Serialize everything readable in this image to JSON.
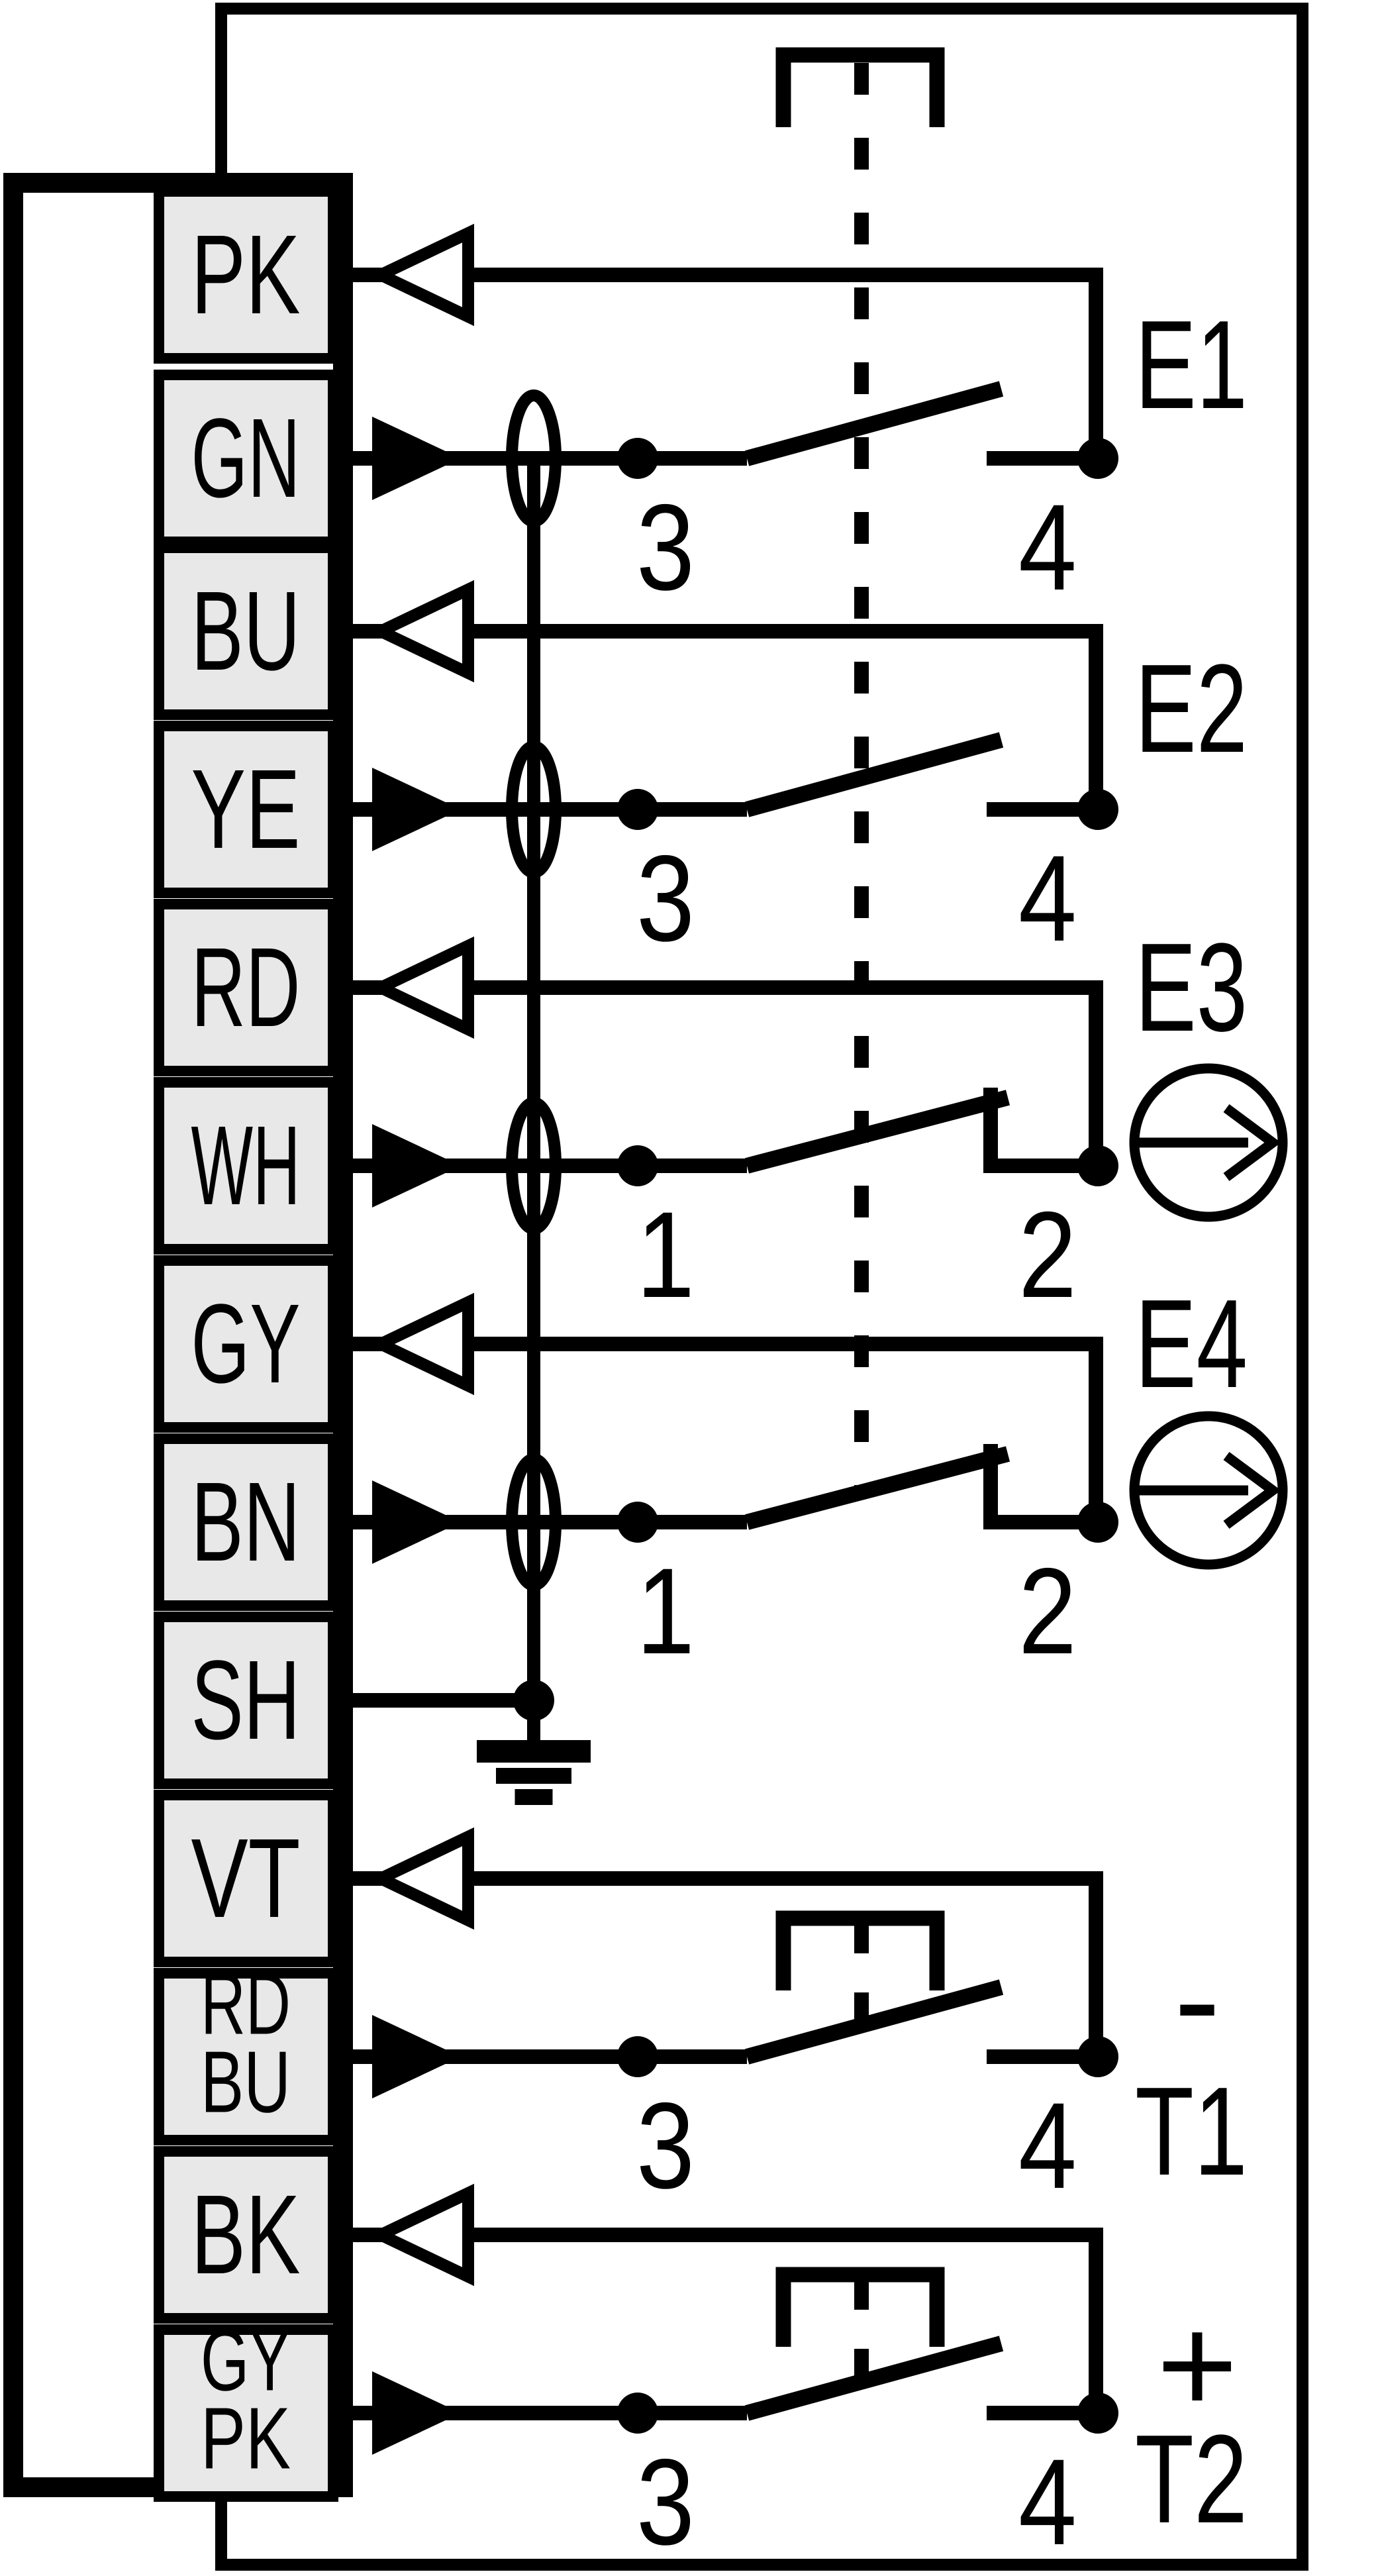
{
  "page": {
    "background": "#ffffff",
    "ink": "#000000",
    "cell_fill": "#e8e8e8"
  },
  "terminal_block": {
    "cells": [
      {
        "id": "PK",
        "lines": [
          "PK"
        ],
        "signal": "output"
      },
      {
        "id": "GN",
        "lines": [
          "GN"
        ],
        "signal": "input"
      },
      {
        "id": "BU",
        "lines": [
          "BU"
        ],
        "signal": "output"
      },
      {
        "id": "YE",
        "lines": [
          "YE"
        ],
        "signal": "input"
      },
      {
        "id": "RD",
        "lines": [
          "RD"
        ],
        "signal": "output"
      },
      {
        "id": "WH",
        "lines": [
          "WH"
        ],
        "signal": "input"
      },
      {
        "id": "GY",
        "lines": [
          "GY"
        ],
        "signal": "output"
      },
      {
        "id": "BN",
        "lines": [
          "BN"
        ],
        "signal": "input"
      },
      {
        "id": "SH",
        "lines": [
          "SH"
        ],
        "signal": "shield"
      },
      {
        "id": "VT",
        "lines": [
          "VT"
        ],
        "signal": "output"
      },
      {
        "id": "RD/BU",
        "lines": [
          "RD",
          "BU"
        ],
        "signal": "input"
      },
      {
        "id": "BK",
        "lines": [
          "BK"
        ],
        "signal": "output"
      },
      {
        "id": "GY/PK",
        "lines": [
          "GY",
          "PK"
        ],
        "signal": "input"
      }
    ]
  },
  "switches": [
    {
      "label": "E1",
      "type": "normally-open",
      "output_cell": "PK",
      "input_cell": "GN",
      "common_contact": "3",
      "switched_contact": "4",
      "has_shield_oval": true,
      "has_actuator_bracket": false,
      "output_symbol": "",
      "polarity": ""
    },
    {
      "label": "E2",
      "type": "normally-open",
      "output_cell": "BU",
      "input_cell": "YE",
      "common_contact": "3",
      "switched_contact": "4",
      "has_shield_oval": true,
      "has_actuator_bracket": false,
      "output_symbol": "",
      "polarity": ""
    },
    {
      "label": "E3",
      "type": "normally-closed",
      "output_cell": "RD",
      "input_cell": "WH",
      "common_contact": "1",
      "switched_contact": "2",
      "has_shield_oval": true,
      "has_actuator_bracket": false,
      "output_symbol": "circle-arrow",
      "polarity": ""
    },
    {
      "label": "E4",
      "type": "normally-closed",
      "output_cell": "GY",
      "input_cell": "BN",
      "common_contact": "1",
      "switched_contact": "2",
      "has_shield_oval": true,
      "has_actuator_bracket": false,
      "output_symbol": "circle-arrow",
      "polarity": ""
    },
    {
      "label": "T1",
      "type": "normally-open",
      "output_cell": "VT",
      "input_cell": "RD/BU",
      "common_contact": "3",
      "switched_contact": "4",
      "has_shield_oval": false,
      "has_actuator_bracket": true,
      "output_symbol": "",
      "polarity": "-"
    },
    {
      "label": "T2",
      "type": "normally-open",
      "output_cell": "BK",
      "input_cell": "GY/PK",
      "common_contact": "3",
      "switched_contact": "4",
      "has_shield_oval": false,
      "has_actuator_bracket": true,
      "output_symbol": "",
      "polarity": "+"
    }
  ],
  "shield": {
    "cell": "SH",
    "ground": true
  },
  "top_actuator": {
    "bracket": true,
    "dashed_link": true
  }
}
